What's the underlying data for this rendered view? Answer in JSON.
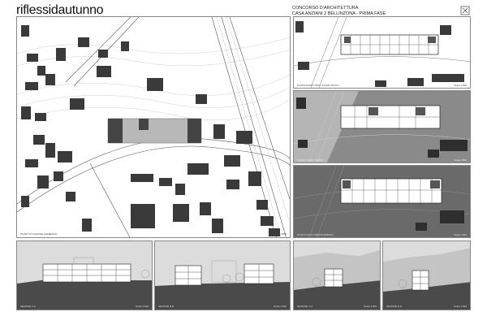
{
  "title": "riflessidautunno",
  "header": {
    "line1": "CONCORSO D'ARCHITETTURA",
    "line2": "CASA ANZIANI 2 BELLINZONA - PRIMA FASE"
  },
  "colors": {
    "building": "#3a3a3a",
    "project": "#b8b8b8",
    "ground": "#4a4a4a",
    "sky": "#dcdcdc",
    "hill": "#c4c4c4",
    "plan_bg": "#8a8a8a",
    "plan_bg_dark": "#6a6a6a"
  },
  "panels": {
    "site_plan": {
      "caption_left": "PIANO SITUAZIONE GENERALE",
      "caption_right": "Scala 1:1000"
    },
    "plan1": {
      "caption_left": "PIANTA PIANO TIPO / PIANO ATTICO",
      "caption_right": "Scala 1:500"
    },
    "plan2": {
      "caption_left": "PIANTA PIANO TERRA",
      "caption_right": "Scala 1:500"
    },
    "plan3": {
      "caption_left": "PIANTA PIANO SEMINTERRATO",
      "caption_right": "Scala 1:500"
    },
    "section1": {
      "caption_left": "SEZIONE A-A",
      "caption_right": "Scala 1:500"
    },
    "section2": {
      "caption_left": "SEZIONE B-B",
      "caption_right": "Scala 1:500"
    },
    "section3": {
      "caption_left": "SEZIONE C-C",
      "caption_right": "Scala 1:500"
    },
    "section4": {
      "caption_left": "SEZIONE D-D",
      "caption_right": "Scala 1:500"
    }
  }
}
